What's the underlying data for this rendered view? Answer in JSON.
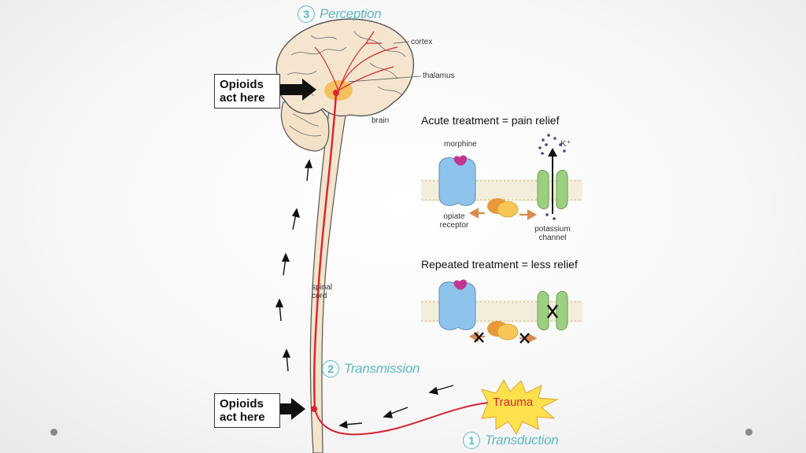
{
  "steps": {
    "perception": {
      "num": "3",
      "label": "Perception"
    },
    "transmission": {
      "num": "2",
      "label": "Transmission"
    },
    "transduction": {
      "num": "1",
      "label": "Transduction"
    }
  },
  "opioid_boxes": {
    "top": {
      "line1": "Opioids",
      "line2": "act here"
    },
    "bottom": {
      "line1": "Opioids",
      "line2": "act here"
    }
  },
  "brain_labels": {
    "cortex": "cortex",
    "thalamus": "thalamus",
    "brain": "brain",
    "spinal_cord_1": "spinal",
    "spinal_cord_2": "cord"
  },
  "trauma": "Trauma",
  "acute": {
    "title": "Acute treatment = pain relief",
    "morphine": "morphine",
    "receptor_1": "opiate",
    "receptor_2": "receptor",
    "ion": "K⁺",
    "channel_1": "potassium",
    "channel_2": "channel"
  },
  "repeated": {
    "title": "Repeated treatment = less relief"
  },
  "colors": {
    "accent": "#5fb8c2",
    "pathway": "#d7242f",
    "receptor": "#8ec3ec",
    "channel": "#9ccf7f",
    "gprotein": "#f2b54a",
    "morphine": "#c2368f",
    "trauma": "#ffe14d"
  }
}
